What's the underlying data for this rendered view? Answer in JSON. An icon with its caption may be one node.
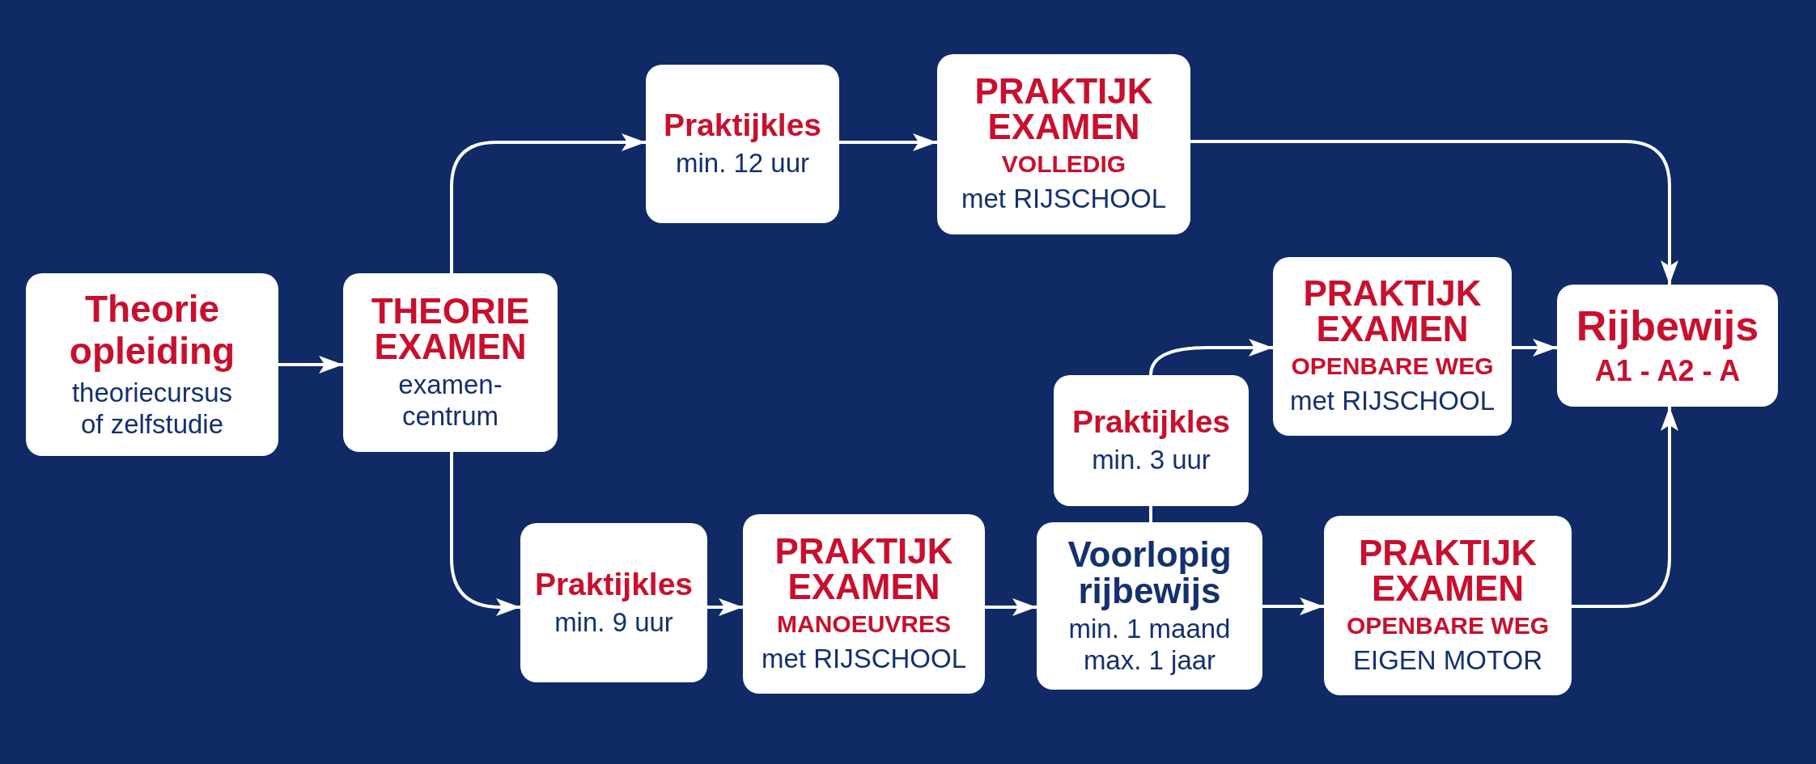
{
  "diagram": {
    "nodes": [
      {
        "text": [
          "Theorie opleiding",
          "theoriecursus of zelfstudie"
        ]
      },
      {
        "text": [
          "THEORIE EXAMEN",
          "examen- centrum"
        ]
      },
      {
        "text": [
          "Praktijkles",
          "min. 12 uur"
        ]
      },
      {
        "text": [
          "PRAKTIJK EXAMEN",
          "VOLLEDIG",
          "met RIJSCHOOL"
        ]
      },
      {
        "text": [
          "Praktijkles",
          "min. 3 uur"
        ]
      },
      {
        "text": [
          "PRAKTIJK EXAMEN",
          "OPENBARE WEG",
          "met RIJSCHOOL"
        ]
      },
      {
        "text": [
          "Rijbewijs",
          "A1 - A2 - A"
        ]
      },
      {
        "text": [
          "Praktijkles",
          "min. 9 uur"
        ]
      },
      {
        "text": [
          "PRAKTIJK EXAMEN",
          "MANOEUVRES",
          "met RIJSCHOOL"
        ]
      },
      {
        "text": [
          "Voorlopig rijbewijs",
          "min. 1 maand max. 1 jaar"
        ]
      },
      {
        "text": [
          "PRAKTIJK EXAMEN",
          "OPENBARE WEG",
          "EIGEN MOTOR"
        ]
      }
    ],
    "edges": [
      {
        "from": 0,
        "to": 1,
        "arrow": "to"
      },
      {
        "from": 1,
        "to": 2,
        "arrow": "to"
      },
      {
        "from": 2,
        "to": 3,
        "arrow": "to"
      },
      {
        "from": 3,
        "to": 6,
        "arrow": "to"
      },
      {
        "from": 1,
        "to": 7,
        "arrow": "to"
      },
      {
        "from": 7,
        "to": 8,
        "arrow": "to"
      },
      {
        "from": 8,
        "to": 9,
        "arrow": "to"
      },
      {
        "from": 9,
        "to": 4,
        "arrow": "none"
      },
      {
        "from": 4,
        "to": 5,
        "arrow": "to"
      },
      {
        "from": 5,
        "to": 6,
        "arrow": "to"
      },
      {
        "from": 9,
        "to": 10,
        "arrow": "to"
      },
      {
        "from": 10,
        "to": 6,
        "arrow": "to"
      }
    ]
  }
}
